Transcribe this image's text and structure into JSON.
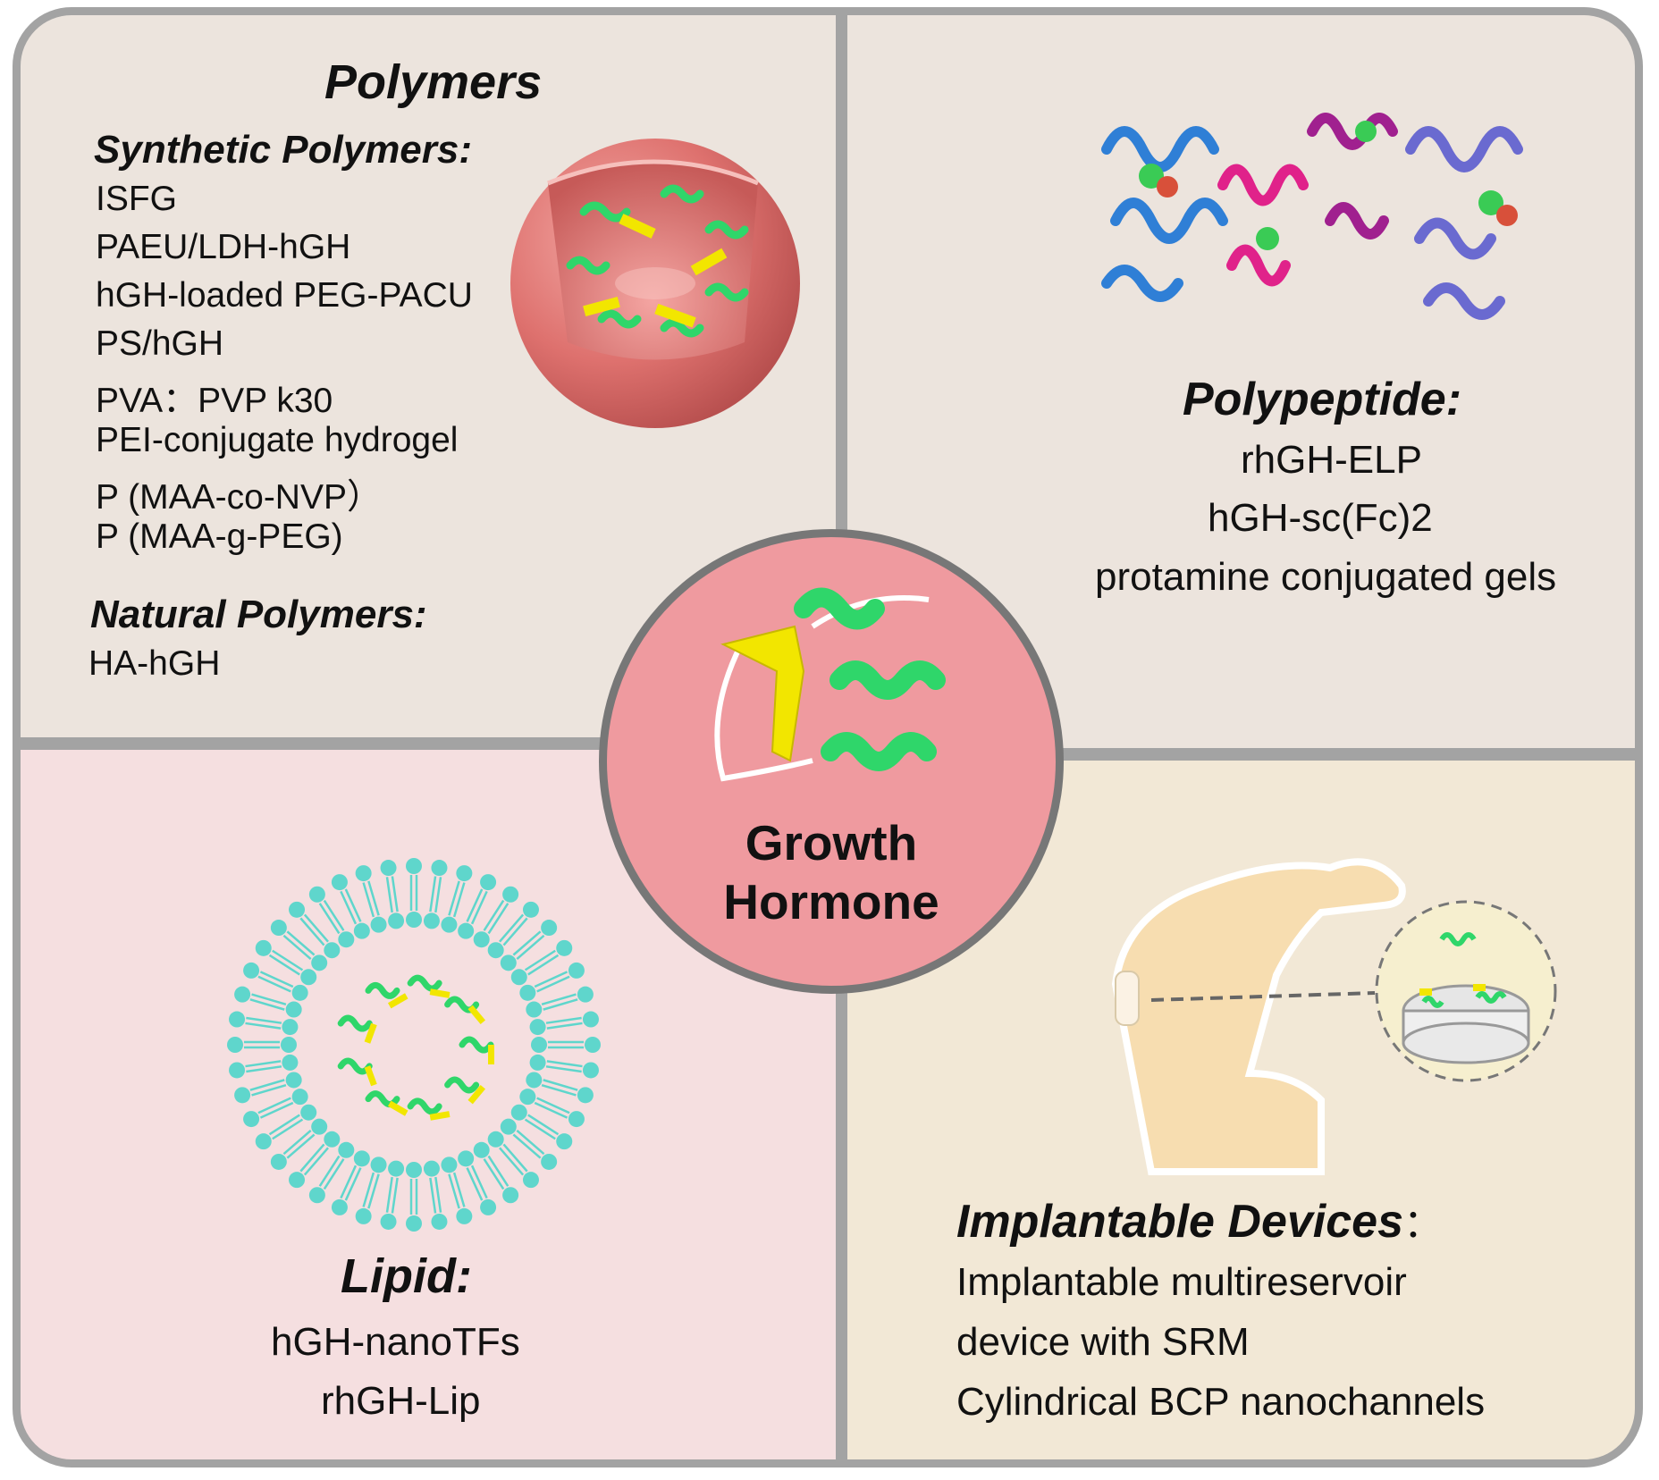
{
  "polymers": {
    "title": "Polymers",
    "synthetic_title": "Synthetic Polymers:",
    "synthetic_items": [
      "ISFG",
      "PAEU/LDH-hGH",
      "hGH-loaded PEG-PACU",
      "PS/hGH",
      "PVA：PVP k30",
      "PEI-conjugate hydrogel",
      "P (MAA-co-NVP）",
      "P (MAA-g-PEG)"
    ],
    "natural_title": "Natural Polymers:",
    "natural_items": [
      "HA-hGH"
    ]
  },
  "polypeptide": {
    "title": "Polypeptide:",
    "items": [
      "rhGH-ELP",
      "hGH-sc(Fc)2",
      "protamine conjugated gels"
    ]
  },
  "lipid": {
    "title": "Lipid:",
    "items": [
      "hGH-nanoTFs",
      "rhGH-Lip"
    ]
  },
  "implantable": {
    "title": "Implantable Devices",
    "colon": "：",
    "items": [
      "Implantable multireservoir",
      "device with SRM",
      "Cylindrical BCP nanochannels"
    ]
  },
  "center": {
    "line1": "Growth",
    "line2": "Hormone"
  },
  "colors": {
    "panel_beige": "#ece4dd",
    "panel_pink": "#f5dfe0",
    "panel_cream": "#f2e8d6",
    "center_fill": "#ef9a9f",
    "divider": "#a3a3a3",
    "helix_green": "#2fd66a",
    "strand_yellow": "#f2e600",
    "lipid_cyan": "#5fd6cc",
    "sphere_red": "#e27a78"
  },
  "icons": {
    "sphere": "hollow-sphere-carrier-icon",
    "protein_complex": "protein-complex-icon",
    "liposome": "liposome-icon",
    "arm": "flexed-arm-implant-icon",
    "hormone": "growth-hormone-ribbon-icon"
  }
}
